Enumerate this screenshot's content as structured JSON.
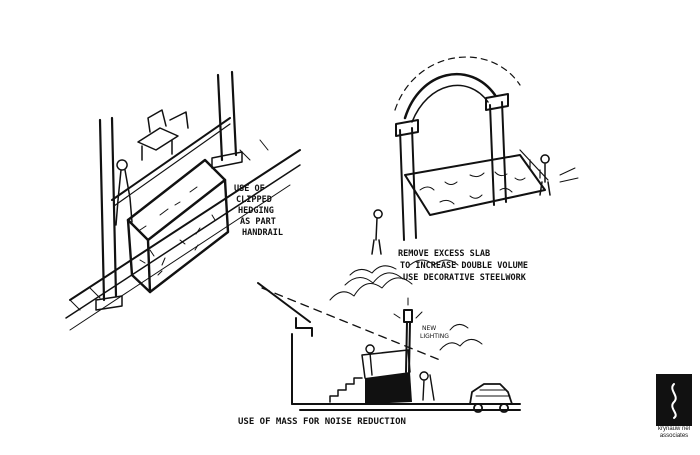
{
  "annotations": {
    "hedging": [
      "USE OF",
      "CLIPPED",
      "HEDGING",
      "AS PART",
      "HANDRAIL"
    ],
    "slab": [
      "REMOVE EXCESS SLAB",
      "TO INCREASE DOUBLE VOLUME",
      "USE DECORATIVE STEELWORK"
    ],
    "lighting": [
      "NEW",
      "LIGHTING"
    ],
    "noise": "USE OF MASS FOR NOISE REDUCTION"
  },
  "logo": {
    "line1": "krynauw nel",
    "line2": "associates"
  },
  "colors": {
    "ink": "#111111",
    "paper": "#ffffff"
  }
}
